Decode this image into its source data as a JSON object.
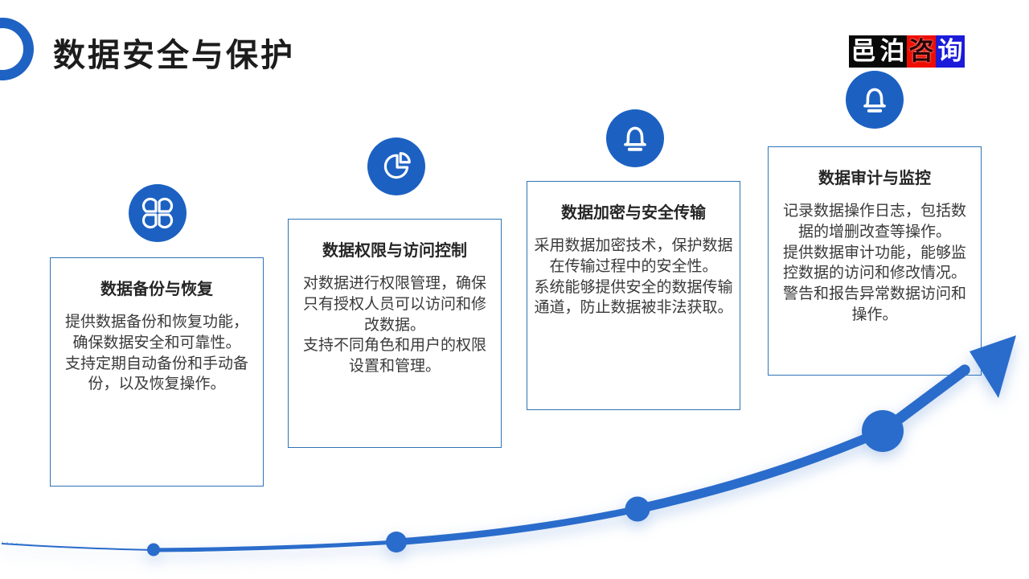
{
  "slide_title": "数据安全与保护",
  "logo": {
    "name": "邑泊咨询",
    "chars": [
      {
        "text": "邑",
        "bg": "#090909",
        "fg": "#ffffff"
      },
      {
        "text": "泊",
        "bg": "#090909",
        "fg": "#ffffff"
      },
      {
        "text": "咨",
        "bg": "#ee0d00",
        "fg": "#2a0000"
      },
      {
        "text": "询",
        "bg": "#1b1bd9",
        "fg": "#ffffff"
      }
    ]
  },
  "cards": [
    {
      "icon": "clover-icon",
      "title": "数据备份与恢复",
      "body": "提供数据备份和恢复功能，\n确保数据安全和可靠性。\n支持定期自动备份和手动备\n份，以及恢复操作。"
    },
    {
      "icon": "pie-chart-icon",
      "title": "数据权限与访问控制",
      "body": "对数据进行权限管理，确保\n只有授权人员可以访问和修\n改数据。\n支持不同角色和用户的权限\n设置和管理。"
    },
    {
      "icon": "bell-icon",
      "title": "数据加密与安全传输",
      "body": "采用数据加密技术，保护数据\n在传输过程中的安全性。\n系统能够提供安全的数据传输\n通道，防止数据被非法获取。"
    },
    {
      "icon": "bell-icon",
      "title": "数据审计与监控",
      "body": "记录数据操作日志，包括数\n据的增删改查等操作。\n提供数据审计功能，能够监\n控数据的访问和修改情况。\n警告和报告异常数据访问和\n操作。"
    }
  ],
  "colors": {
    "primary_blue": "#1E62C4",
    "curve_blue": "#2A6CCB",
    "card_border": "#2E74B5",
    "title_text": "#1c1c1c",
    "body_text": "#3a3a3a"
  }
}
